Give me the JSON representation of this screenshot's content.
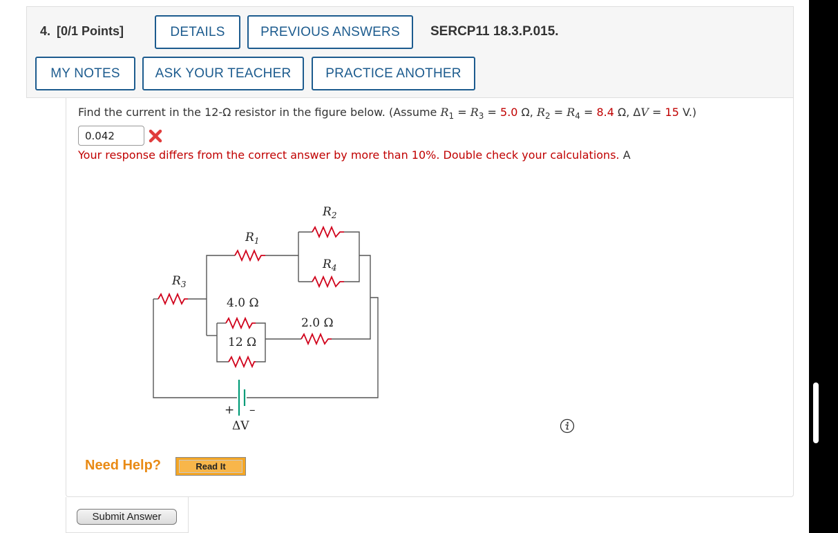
{
  "question": {
    "number": "4.",
    "points": "[0/1 Points]",
    "code": "SERCP11 18.3.P.015."
  },
  "buttons": {
    "details": "DETAILS",
    "previous_answers": "PREVIOUS ANSWERS",
    "my_notes": "MY NOTES",
    "ask_teacher": "ASK YOUR TEACHER",
    "practice_another": "PRACTICE ANOTHER"
  },
  "prompt": {
    "before": "Find the current in the 12-Ω resistor in the figure below. (Assume ",
    "r_letter": "R",
    "sub1": "1",
    "eq1": " = ",
    "sub3": "3",
    "eq2": " = ",
    "value1": "5.0",
    "unit1": " Ω, ",
    "sub2": "2",
    "eq3": " = ",
    "sub4": "4",
    "eq4": " = ",
    "value2": "8.4",
    "unit2": " Ω, Δ",
    "v_letter": "V",
    "eq5": " = ",
    "value3": "15",
    "after": " V.)"
  },
  "answer": {
    "value": "0.042",
    "status_icon": "red-x-icon"
  },
  "feedback": {
    "message": "Your response differs from the correct answer by more than 10%. Double check your calculations.",
    "unit": "A"
  },
  "figure": {
    "labels": {
      "r1_main": "R",
      "r1_sub": "1",
      "r2_main": "R",
      "r2_sub": "2",
      "r3_main": "R",
      "r3_sub": "3",
      "r4_main": "R",
      "r4_sub": "4",
      "r_4ohm": "4.0 Ω",
      "r_12ohm": "12 Ω",
      "r_2ohm": "2.0 Ω",
      "plus": "+",
      "minus": "–",
      "delta_v": "ΔV"
    },
    "colors": {
      "resistor": "#d0021b",
      "battery": "#009b77",
      "wire": "#555555"
    }
  },
  "help": {
    "label": "Need Help?",
    "read_it": "Read It"
  },
  "submit": {
    "label": "Submit Answer"
  },
  "colors": {
    "accent": "#1c5b8e",
    "error": "#c00000",
    "help": "#e98a14"
  }
}
